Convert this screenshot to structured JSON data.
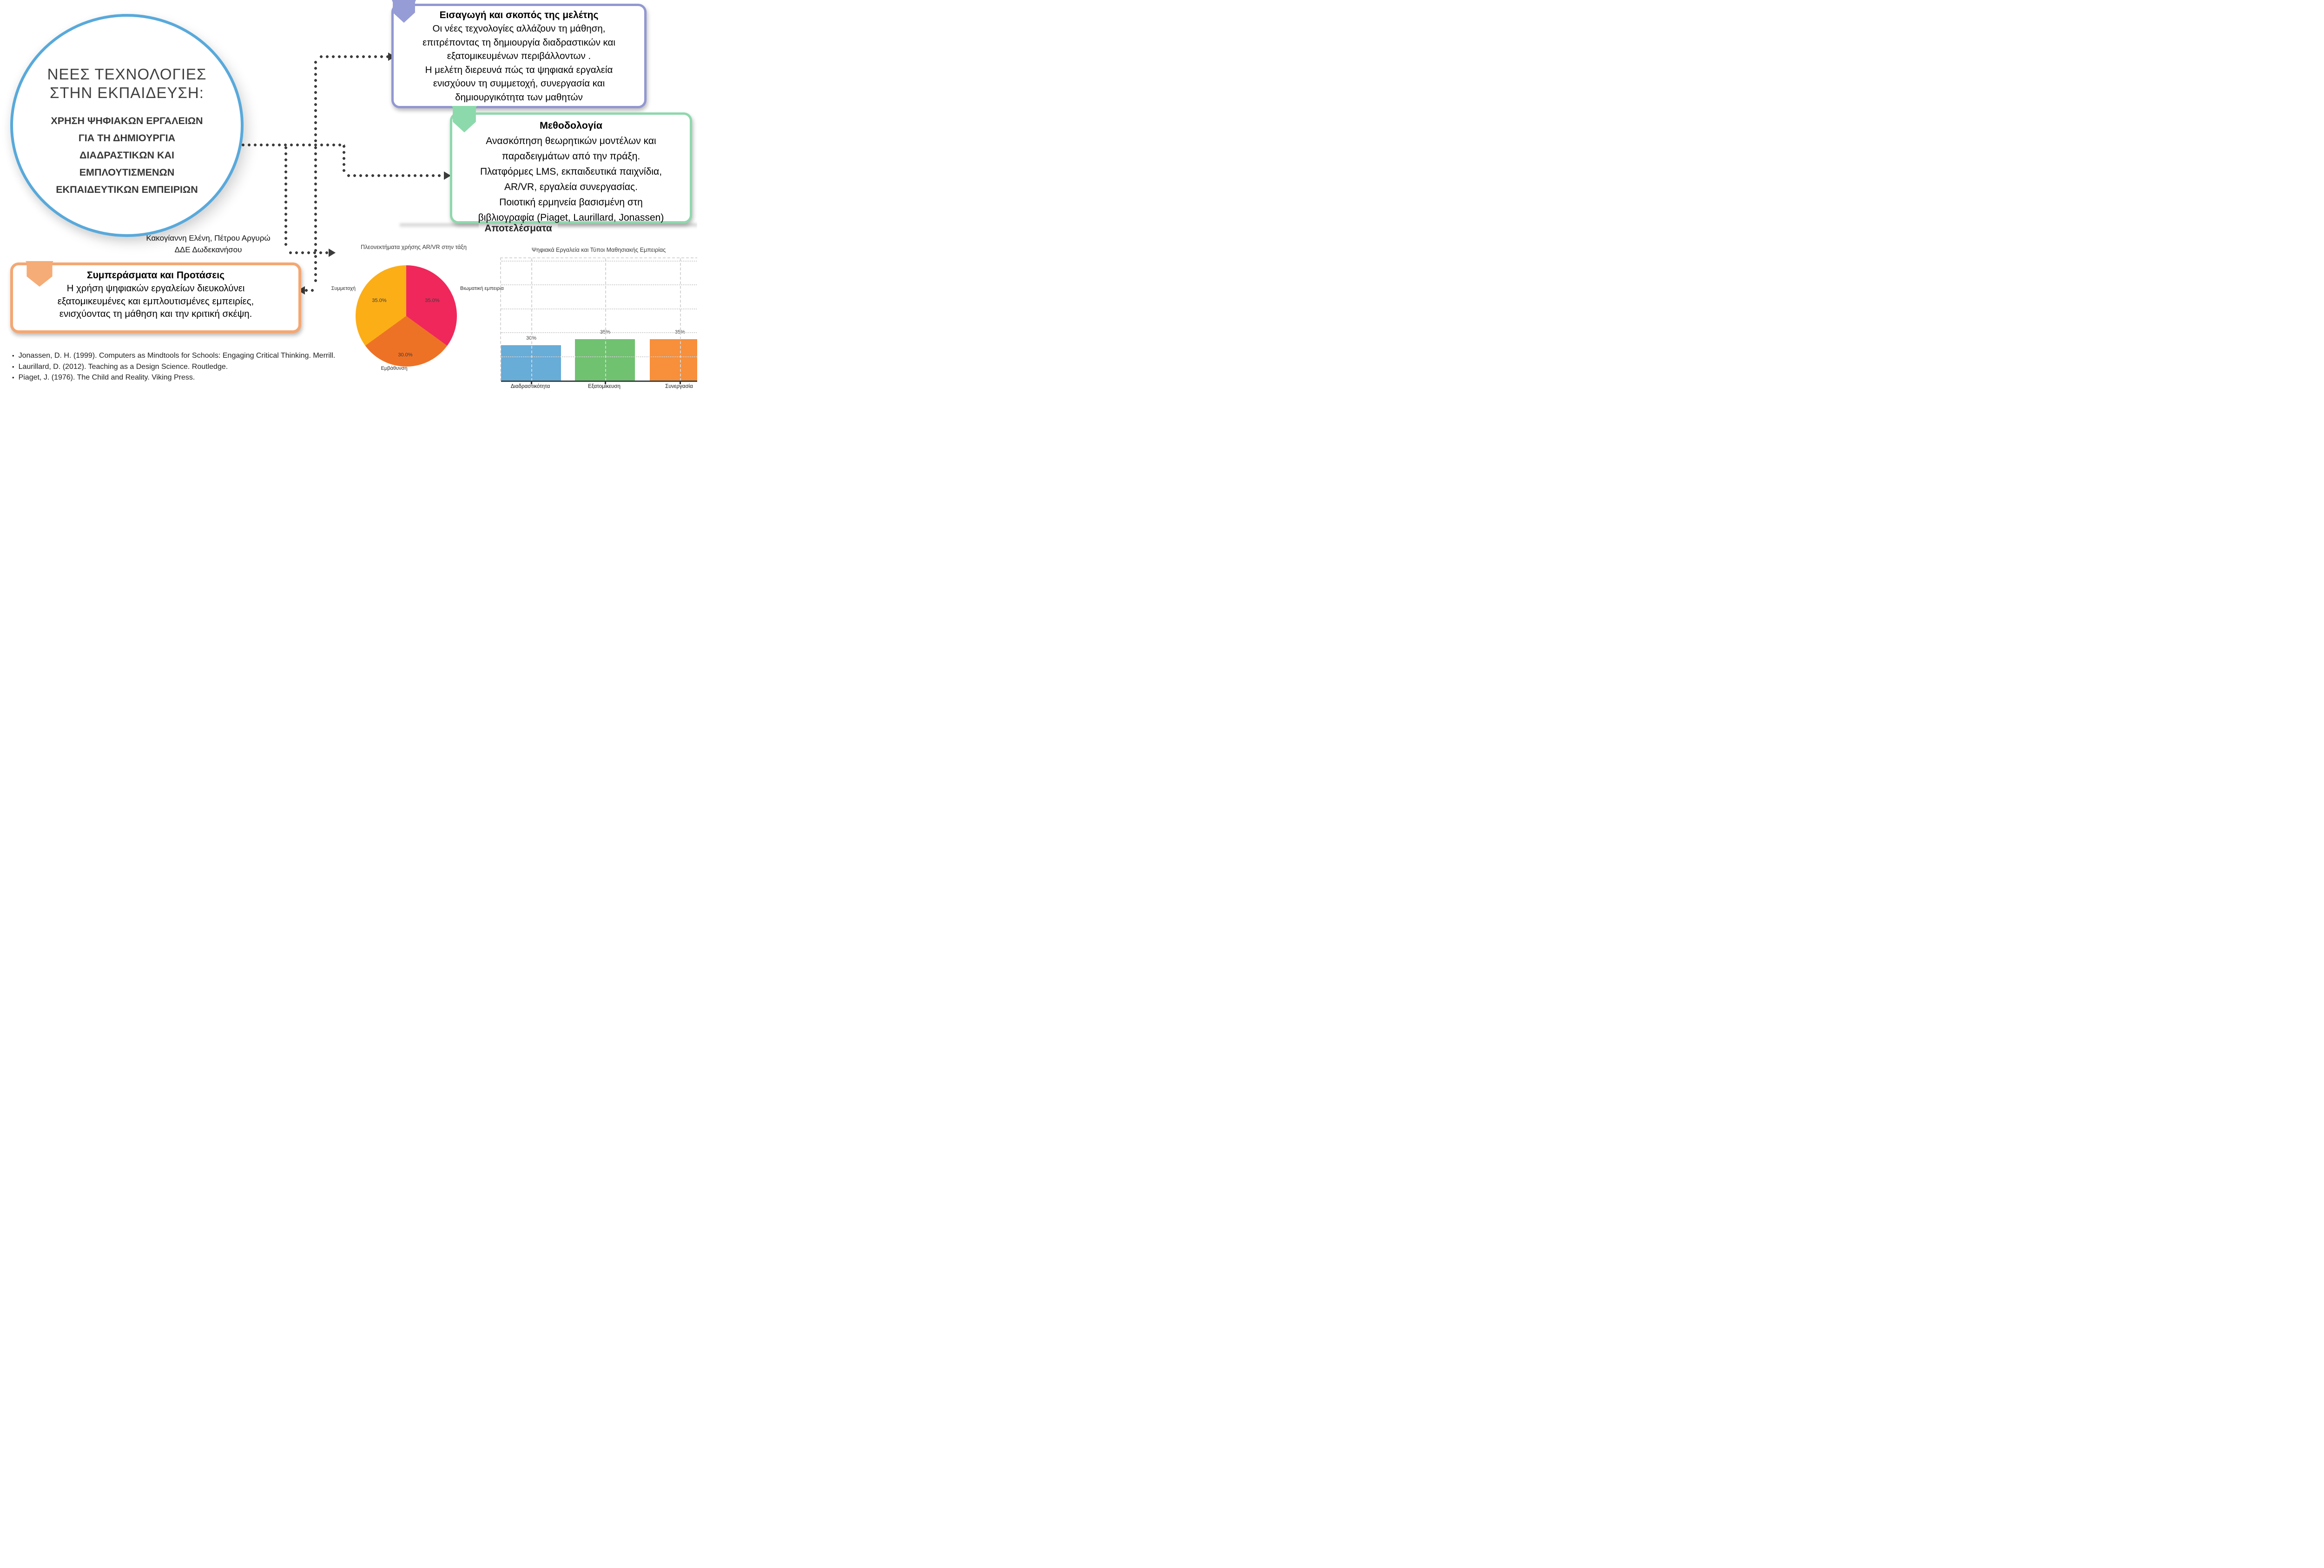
{
  "circle": {
    "title_line1": "ΝΕΕΣ ΤΕΧΝΟΛΟΓΙΕΣ",
    "title_line2": "ΣΤΗΝ ΕΚΠΑΙΔΕΥΣΗ:",
    "subtitle": "ΧΡΗΣΗ ΨΗΦΙΑΚΩΝ ΕΡΓΑΛΕΙΩΝ\nΓΙΑ ΤΗ ΔΗΜΙΟΥΡΓΙΑ\nΔΙΑΔΡΑΣΤΙΚΩΝ ΚΑΙ\nΕΜΠΛΟΥΤΙΣΜΕΝΩΝ\nΕΚΠΑΙΔΕΥΤΙΚΩΝ ΕΜΠΕΙΡΙΩΝ",
    "accent_color": "#58A9DB"
  },
  "authors": {
    "line1": "Κακογίαννη Ελένη, Πέτρου Αργυρώ",
    "line2": "ΔΔΕ Δωδεκανήσου"
  },
  "boxes": {
    "intro": {
      "title": "Εισαγωγή και σκοπός της μελέτης",
      "body": "Οι νέες τεχνολογίες αλλάζουν τη μάθηση,\nεπιτρέποντας τη δημιουργία διαδραστικών και\nεξατομικευμένων περιβάλλοντων .\nΗ μελέτη διερευνά πώς τα ψηφιακά εργαλεία\nενισχύουν τη συμμετοχή, συνεργασία και\nδημιουργικότητα των μαθητών",
      "accent_color": "#9297D2"
    },
    "methodology": {
      "title": "Μεθοδολογία",
      "body": "Ανασκόπηση θεωρητικών μοντέλων και\nπαραδειγμάτων από την πράξη.\nΠλατφόρμες LMS, εκπαιδευτικά παιχνίδια,\nAR/VR, εργαλεία συνεργασίας.\nΠοιοτική ερμηνεία βασισμένη στη\nβιβλιογραφία (Piaget, Laurillard, Jonassen)",
      "accent_color": "#8FD8AC"
    },
    "conclusions": {
      "title": "Συμπεράσματα και Προτάσεις",
      "body": "Η χρήση ψηφιακών εργαλείων διευκολύνει\nεξατομικευμένες και εμπλουτισμένες εμπειρίες,\nενισχύοντας τη μάθηση και την κριτική σκέψη.",
      "accent_color": "#F4A772"
    }
  },
  "results_heading": "Αποτελέσματα",
  "references": [
    "Jonassen, D. H. (1999). Computers as Mindtools for Schools: Engaging Critical Thinking. Merrill.",
    "Laurillard, D. (2012). Teaching as a Design Science. Routledge.",
    "Piaget, J. (1976). The Child and Reality. Viking Press."
  ],
  "chart_data": [
    {
      "type": "pie",
      "title": "Πλεονεκτήματα χρήσης AR/VR στην τάξη",
      "labels": [
        "Βιωματική εμπειρία",
        "Εμβάθυνση",
        "Συμμετοχή"
      ],
      "values": [
        35.0,
        30.0,
        35.0
      ],
      "value_labels": [
        "35.0%",
        "30.0%",
        "35.0%"
      ],
      "colors": [
        "#F0275B",
        "#EE7226",
        "#FCAE17"
      ],
      "start_angle_deg": 0,
      "direction": "clockwise",
      "legend": "none"
    },
    {
      "type": "bar",
      "title": "Ψηφιακά Εργαλεία και Τύποι Μαθησιακής Εμπειρίας",
      "categories": [
        "Διαδραστικότητα",
        "Εξατομίκευση",
        "Συνεργασία"
      ],
      "values": [
        30,
        35,
        35
      ],
      "value_labels": [
        "30%",
        "35%",
        "35%"
      ],
      "colors": [
        "#68ACD8",
        "#70C170",
        "#F78F3B"
      ],
      "xlabel": "",
      "ylabel": "",
      "ylim": [
        0,
        100
      ],
      "grid_step": 20,
      "grid": "dashed"
    }
  ]
}
